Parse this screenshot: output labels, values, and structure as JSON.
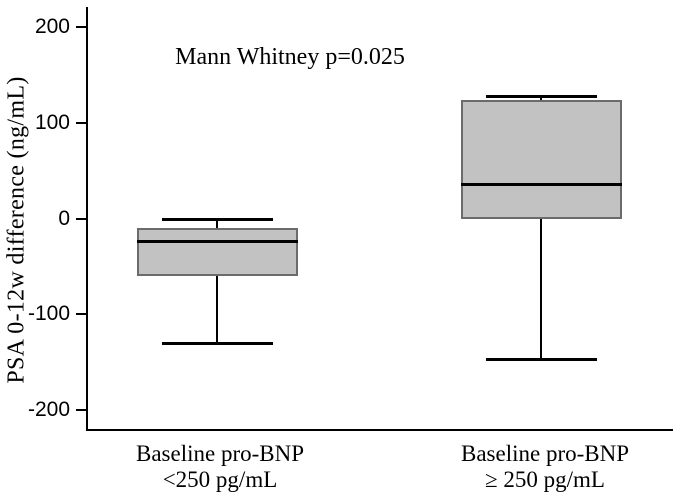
{
  "chart_data": {
    "type": "box",
    "annotation": "Mann Whitney p=0.025",
    "ylabel": "PSA 0-12w difference (ng/mL)",
    "xlabel": "",
    "ylim": [
      -220,
      220
    ],
    "yticks": [
      200,
      100,
      0,
      -100,
      -200
    ],
    "grid": "off",
    "legend": "none",
    "groups": [
      {
        "label_line1": "Baseline pro-BNP",
        "label_line2": "<250 pg/mL",
        "whisker_low": -130,
        "q1": -60,
        "median": -24,
        "q3": -10,
        "whisker_high": 0
      },
      {
        "label_line1": "Baseline pro-BNP",
        "label_line2": "≥ 250 pg/mL",
        "whisker_low": -147,
        "q1": 0,
        "median": 36,
        "q3": 124,
        "whisker_high": 128
      }
    ],
    "colors": {
      "box_fill": "#c2c2c2",
      "box_border": "#6b6b6b",
      "line_color": "#000000",
      "background": "#ffffff"
    }
  }
}
